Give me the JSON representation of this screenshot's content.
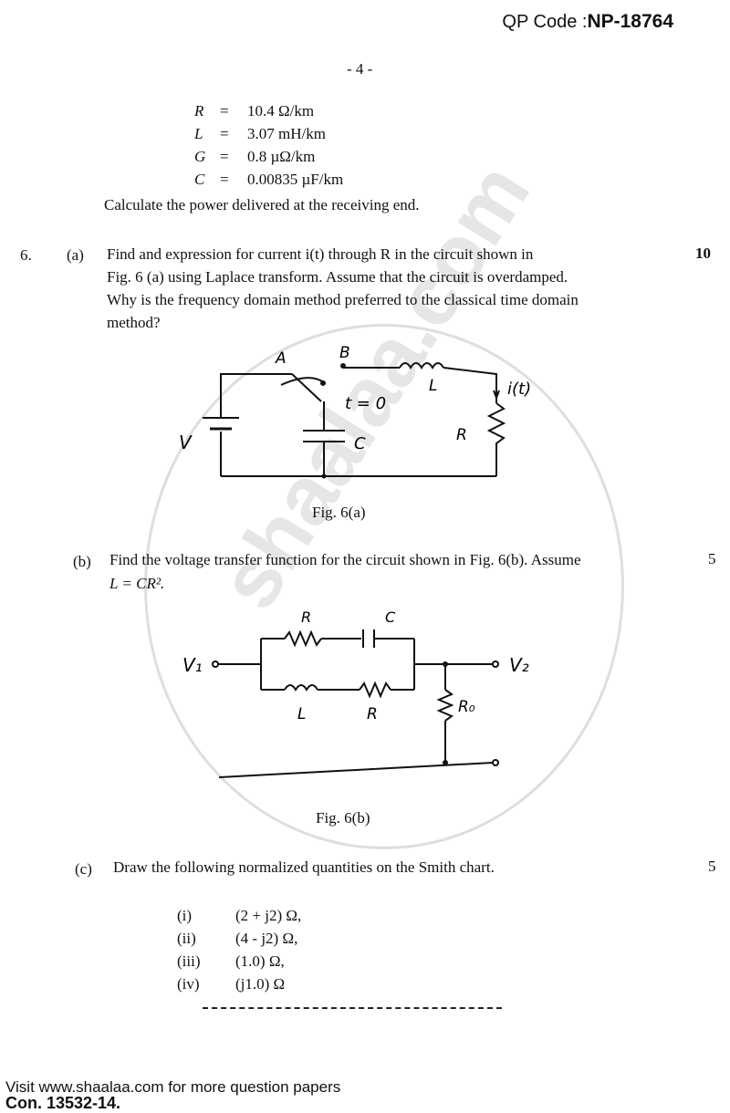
{
  "header": {
    "qp_label": "QP Code :",
    "qp_code": "NP-18764",
    "page": "- 4 -"
  },
  "params": [
    {
      "sym": "R",
      "eq": "=",
      "val": "10.4 Ω/km"
    },
    {
      "sym": "L",
      "eq": "=",
      "val": "3.07 mH/km"
    },
    {
      "sym": "G",
      "eq": "=",
      "val": "0.8 µΩ/km"
    },
    {
      "sym": "C",
      "eq": "=",
      "val": "0.00835 µF/km"
    }
  ],
  "calc_line": "Calculate the power delivered at the receiving end.",
  "q6": {
    "number": "6.",
    "a": {
      "label": "(a)",
      "lines": [
        "Find and expression for current i(t) through R in the circuit shown in",
        "Fig. 6 (a) using Laplace transform. Assume that the circuit is overdamped.",
        "Why is the frequency domain method preferred to the classical time domain",
        "method?"
      ],
      "marks": "10",
      "fig_caption": "Fig. 6(a)",
      "circuit_labels": {
        "A": "A",
        "B": "B",
        "L": "L",
        "it": "i(t)",
        "t0": "t = 0",
        "V": "V",
        "C": "C",
        "R": "R"
      }
    },
    "b": {
      "label": "(b)",
      "lines": [
        "Find the voltage transfer function for the circuit shown in Fig. 6(b). Assume",
        "L = CR²."
      ],
      "marks": "5",
      "fig_caption": "Fig. 6(b)",
      "circuit_labels": {
        "R_top": "R",
        "C": "C",
        "V1": "V₁",
        "V2": "V₂",
        "L": "L",
        "R_bot": "R",
        "R0": "R₀"
      }
    },
    "c": {
      "label": "(c)",
      "text": "Draw the following normalized quantities on the Smith chart.",
      "marks": "5",
      "items": [
        {
          "roman": "(i)",
          "value": "(2 + j2) Ω,"
        },
        {
          "roman": "(ii)",
          "value": "(4 - j2) Ω,"
        },
        {
          "roman": "(iii)",
          "value": "(1.0) Ω,"
        },
        {
          "roman": "(iv)",
          "value": "(j1.0) Ω"
        }
      ]
    }
  },
  "footer": {
    "visit": "Visit www.shaalaa.com for more question papers",
    "con": "Con. 13532-14."
  },
  "watermark": {
    "text": "shaalaa.com"
  }
}
